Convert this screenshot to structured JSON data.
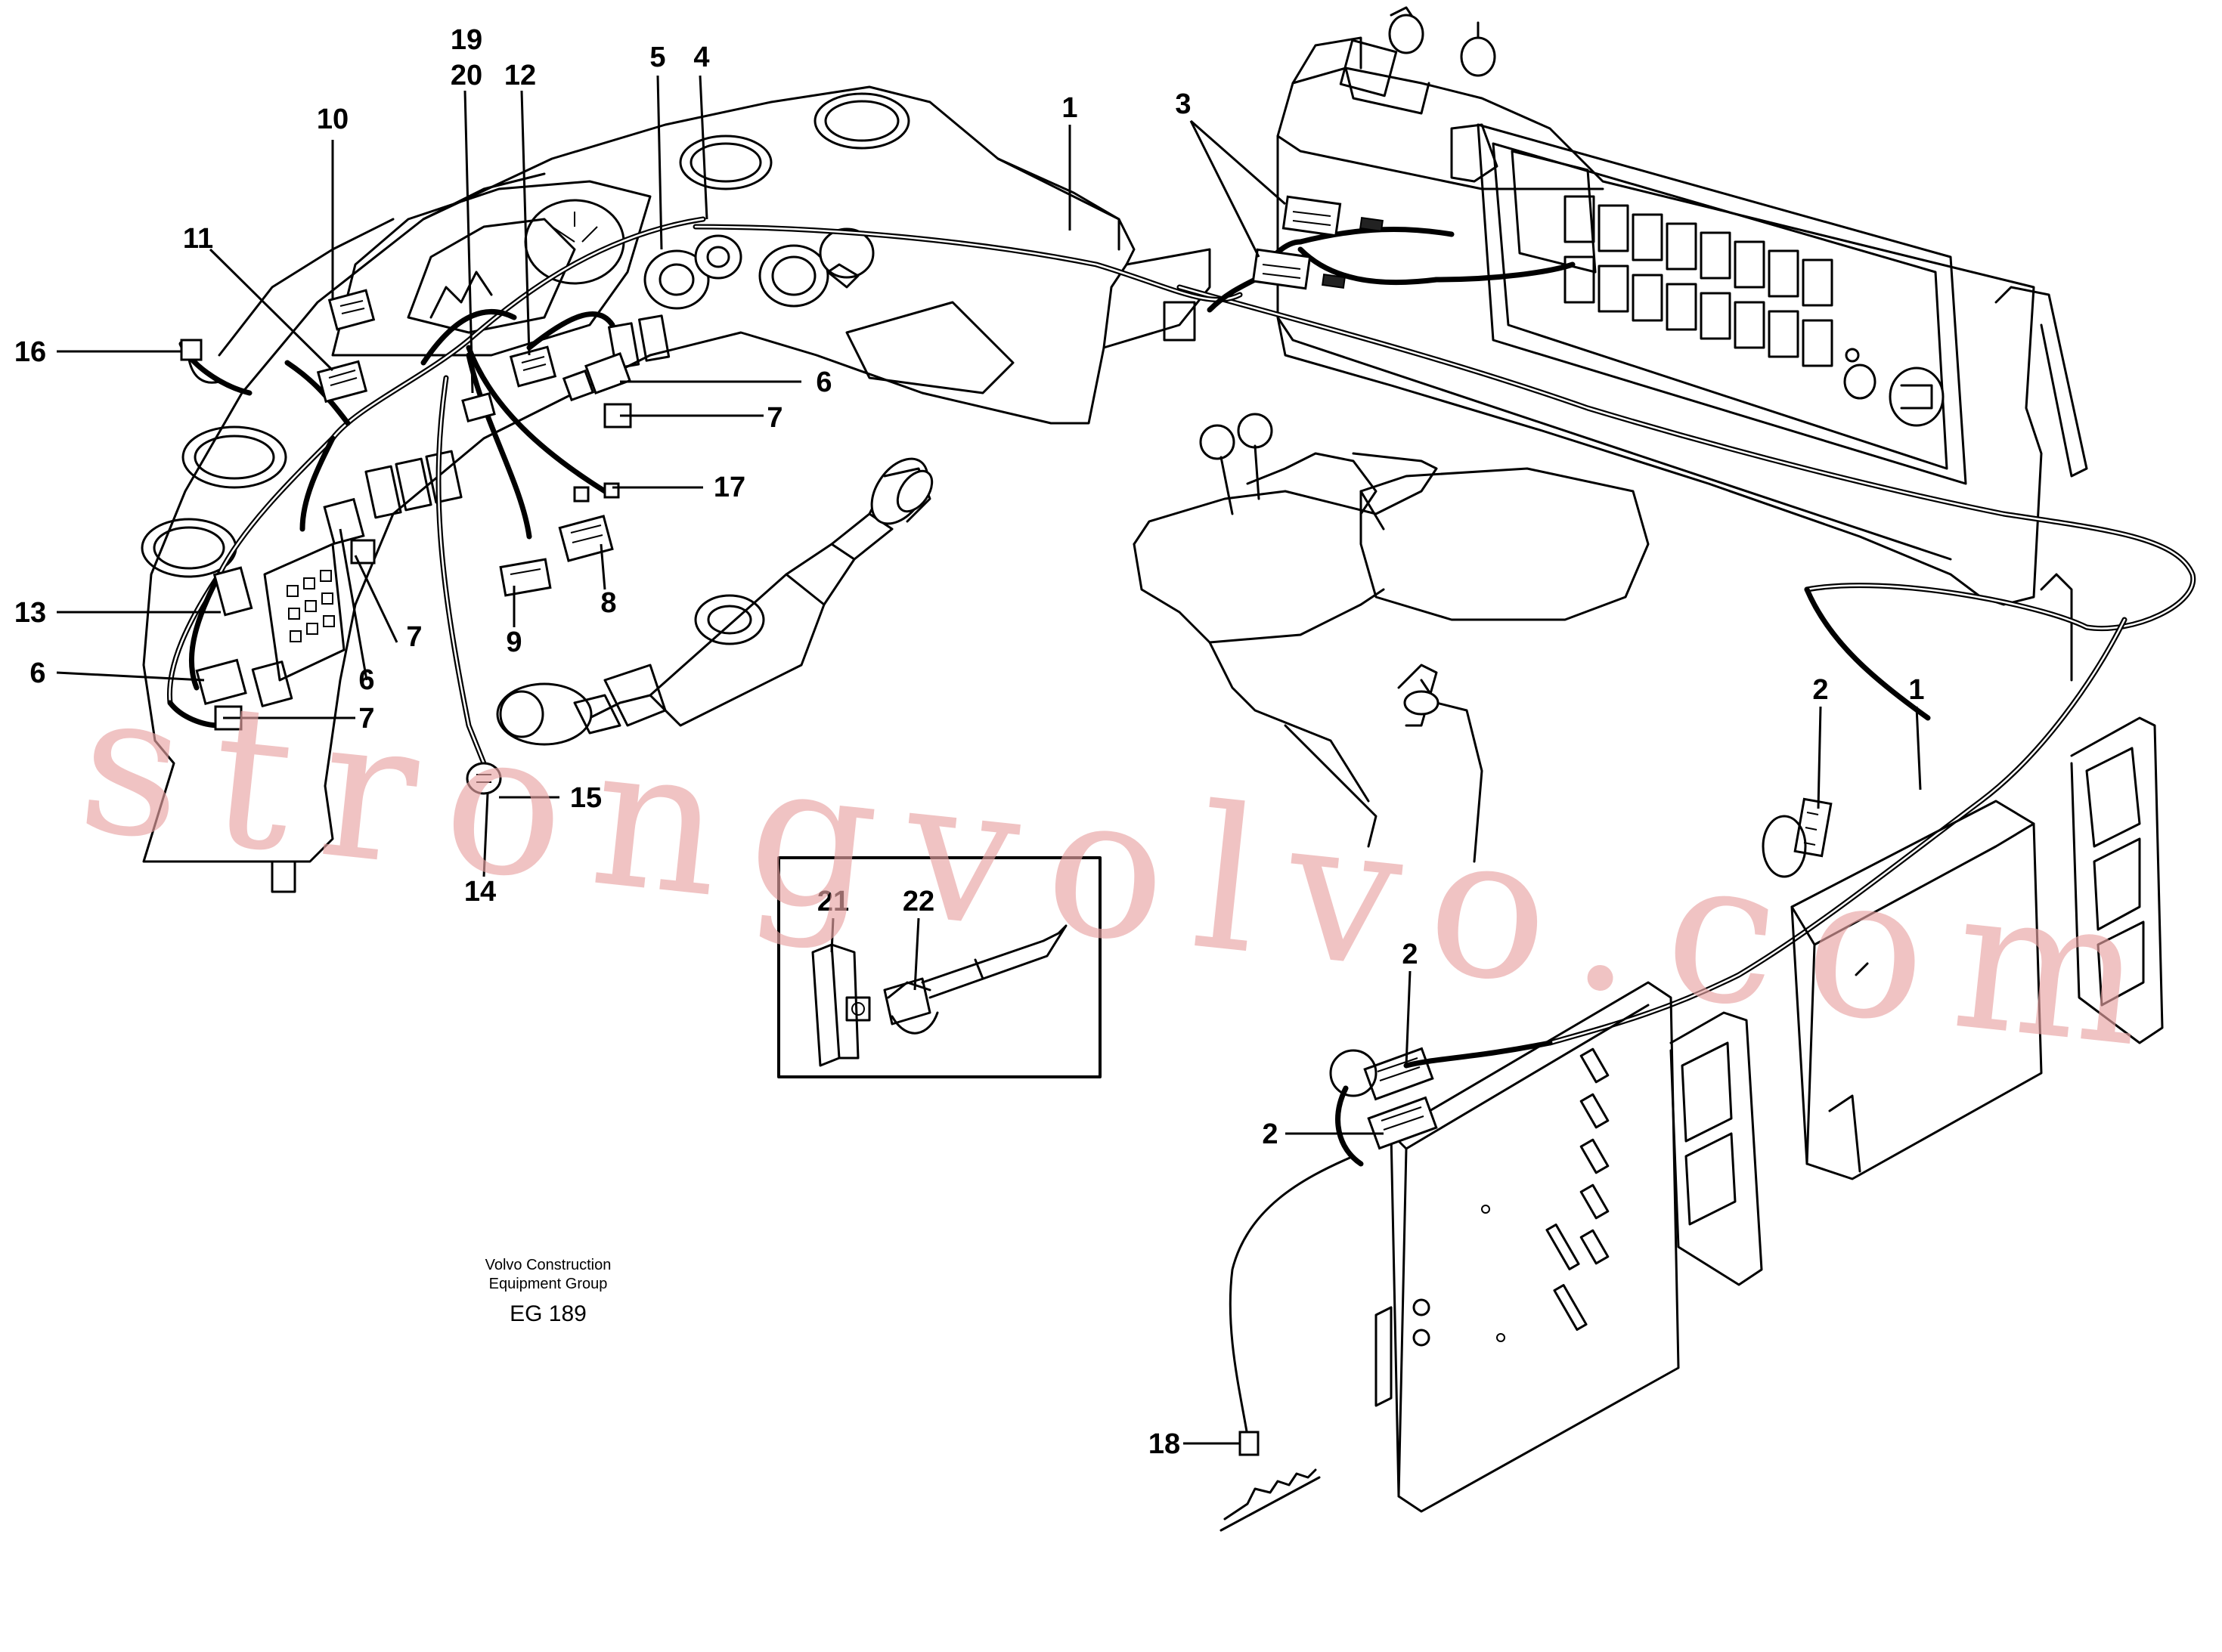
{
  "callouts": [
    {
      "label": "1"
    },
    {
      "label": "1"
    },
    {
      "label": "2"
    },
    {
      "label": "2"
    },
    {
      "label": "2"
    },
    {
      "label": "3"
    },
    {
      "label": "4"
    },
    {
      "label": "5"
    },
    {
      "label": "6"
    },
    {
      "label": "6"
    },
    {
      "label": "6"
    },
    {
      "label": "7"
    },
    {
      "label": "7"
    },
    {
      "label": "7"
    },
    {
      "label": "8"
    },
    {
      "label": "9"
    },
    {
      "label": "10"
    },
    {
      "label": "11"
    },
    {
      "label": "12"
    },
    {
      "label": "13"
    },
    {
      "label": "14"
    },
    {
      "label": "15"
    },
    {
      "label": "16"
    },
    {
      "label": "17"
    },
    {
      "label": "18"
    },
    {
      "label": "19"
    },
    {
      "label": "20"
    },
    {
      "label": "21"
    },
    {
      "label": "22"
    }
  ],
  "caption": {
    "line1": "Volvo Construction",
    "line2": "Equipment Group",
    "code": "EG 189"
  },
  "watermark": "strongvolvo.com"
}
